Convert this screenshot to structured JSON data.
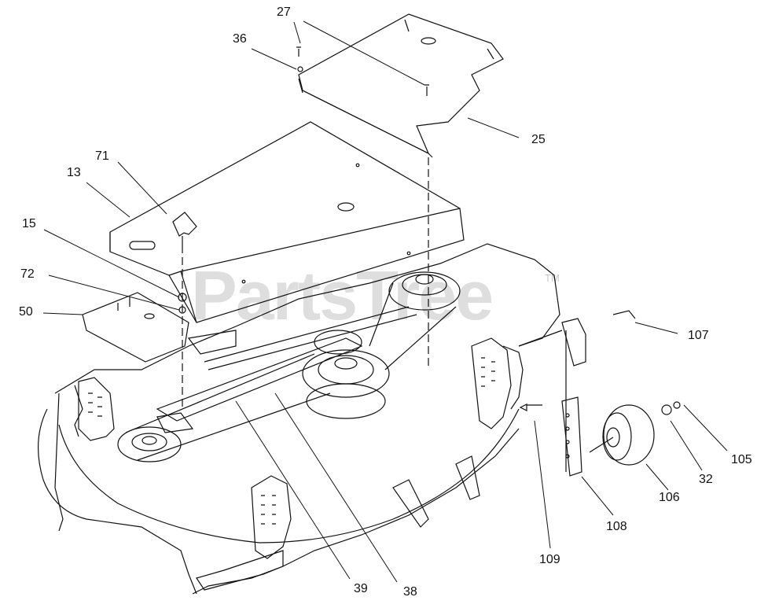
{
  "watermark": {
    "text": "PartsTree",
    "trademark": "TM",
    "color": "#c8c8c8"
  },
  "labels": {
    "l27": "27",
    "l36": "36",
    "l25": "25",
    "l71": "71",
    "l13": "13",
    "l15": "15",
    "l72": "72",
    "l50": "50",
    "l107": "107",
    "l105": "105",
    "l32": "32",
    "l106": "106",
    "l108": "108",
    "l109": "109",
    "l39": "39",
    "l38": "38"
  },
  "colors": {
    "line": "#111111",
    "background": "#ffffff"
  }
}
